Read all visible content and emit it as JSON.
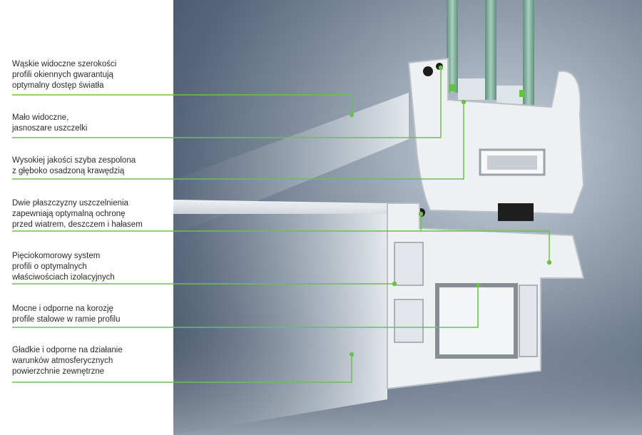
{
  "features": [
    {
      "lines": [
        "Wąskie widoczne szerokości",
        "profili okiennych gwarantują",
        "optymalny dostęp światła"
      ]
    },
    {
      "lines": [
        "Mało widoczne,",
        "jasnoszare uszczelki"
      ]
    },
    {
      "lines": [
        "Wysokiej jakości szyba zespolona",
        "z głęboko osadzoną krawędzią"
      ]
    },
    {
      "lines": [
        "Dwie płaszczyzny uszczelnienia",
        "zapewniają optymalną ochronę",
        "przed wiatrem, deszczem i hałasem"
      ]
    },
    {
      "lines": [
        "Pięciokomorowy system",
        "profili o optymalnych",
        "właściwościach izolacyjnych"
      ]
    },
    {
      "lines": [
        "Mocne i odporne na korozję",
        "profile stalowe w ramie profilu"
      ]
    },
    {
      "lines": [
        "Gładkie i odporne na działanie",
        "warunków atmosferycznych",
        "powierzchnie zewnętrzne"
      ]
    }
  ],
  "colors": {
    "accent_line": "#6cc04a",
    "text": "#2b2b2b",
    "profile_white": "#eef0f2",
    "profile_shadow": "#c3c9cf",
    "glass": "#7fae9a",
    "gasket": "#1c1c1c",
    "steel": "#8a8f95"
  }
}
